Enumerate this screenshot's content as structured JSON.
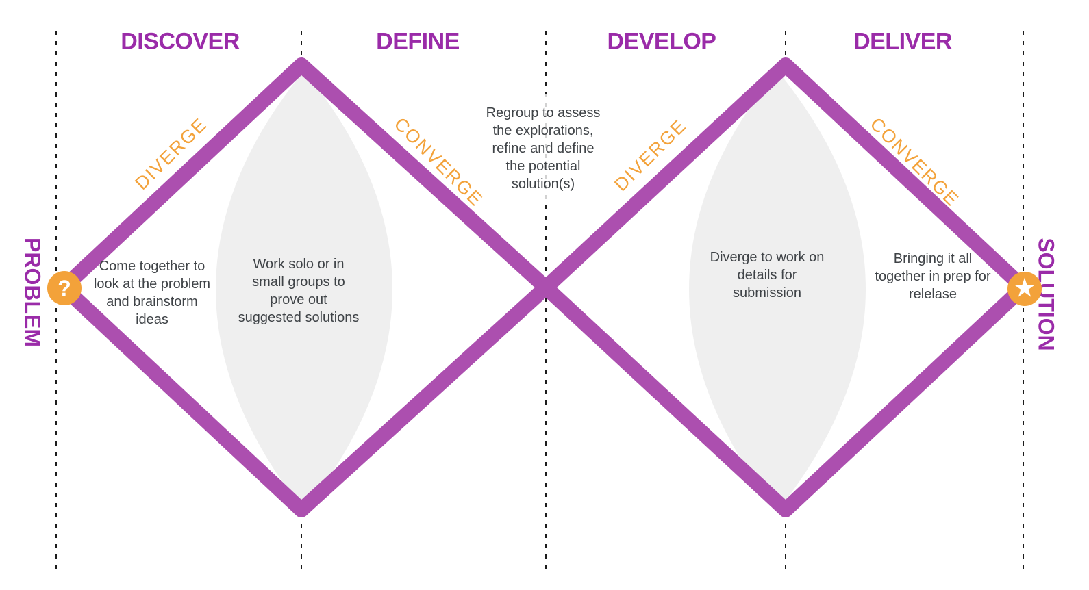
{
  "colors": {
    "purpleTitle": "#9A2BA8",
    "purpleStroke": "#AC4FAF",
    "orange": "#F3A23A",
    "lensGray": "#EFEFEF",
    "bodyText": "#3F4347",
    "dash": "#1C1C1C",
    "markerGlyph": "#FFFFFF"
  },
  "phases": [
    {
      "label": "DISCOVER"
    },
    {
      "label": "DEFINE"
    },
    {
      "label": "DEVELOP"
    },
    {
      "label": "DELIVER"
    }
  ],
  "endpoints": {
    "left": {
      "label": "PROBLEM",
      "icon": "?"
    },
    "right": {
      "label": "SOLUTION",
      "icon": "★"
    }
  },
  "edge_labels": {
    "diamond1_diverge": "DIVERGE",
    "diamond1_converge": "CONVERGE",
    "diamond2_diverge": "DIVERGE",
    "diamond2_converge": "CONVERGE"
  },
  "annotations": {
    "discover": "Come together to\nlook at the problem\nand brainstorm\nideas",
    "define": "Work solo or in\nsmall groups to\nprove out\nsuggested solutions",
    "midpoint": "Regroup to assess\nthe explorations,\nrefine and define\nthe potential\nsolution(s)",
    "develop": "Diverge to work on\ndetails for\nsubmission",
    "deliver": "Bringing it all\ntogether in prep for\nrelelase"
  }
}
